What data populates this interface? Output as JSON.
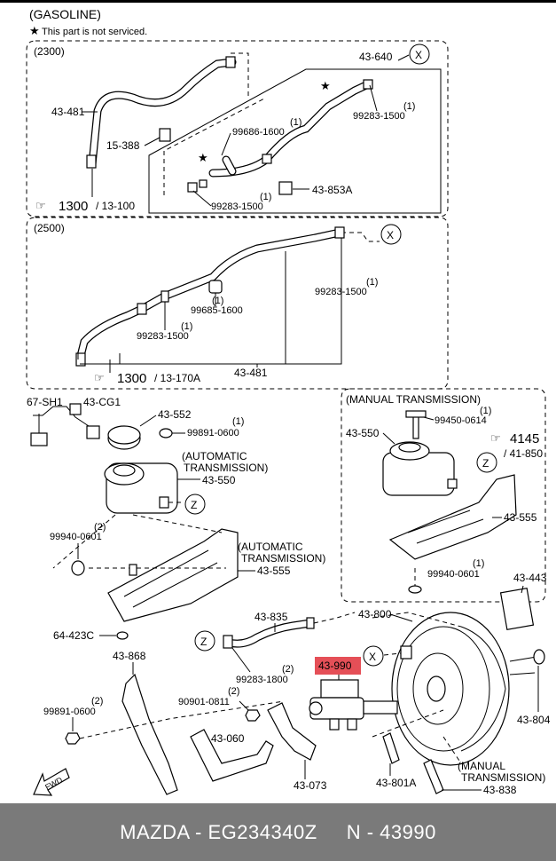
{
  "header": {
    "title": "(GASOLINE)",
    "note": "This part is not serviced."
  },
  "sections": {
    "s2300": "(2300)",
    "s2500": "(2500)",
    "manual": "(MANUAL TRANSMISSION)",
    "auto1_a": "(AUTOMATIC",
    "auto1_b": "TRANSMISSION)",
    "auto2_a": "(AUTOMATIC",
    "auto2_b": "TRANSMISSION)",
    "manual2_a": "(MANUAL",
    "manual2_b": "TRANSMISSION)"
  },
  "callouts": {
    "x": "X",
    "z": "Z",
    "fwd": "FWD"
  },
  "labels": {
    "p43640": "43-640",
    "p43481a": "43-481",
    "p15388": "15-388",
    "p99686": "99686-1600",
    "p99686q": "(1)",
    "p99283a": "99283-1500",
    "p99283aq": "(1)",
    "p99283b": "99283-1500",
    "p99283bq": "(1)",
    "p43853a": "43-853A",
    "ref1300a": "1300",
    "ref13100": "/ 13-100",
    "p99283c": "99283-1500",
    "p99283cq": "(1)",
    "p99685": "99685-1600",
    "p99685q": "(1)",
    "p99283d": "99283-1500",
    "p99283dq": "(1)",
    "ref1300b": "1300",
    "ref13170": "/ 13-170A",
    "p43481b": "43-481",
    "p67sh1": "67-SH1",
    "p43cg1": "43-CG1",
    "p43552": "43-552",
    "p99891a": "99891-0600",
    "p99891aq": "(1)",
    "p43550a": "43-550",
    "p99940a": "99940-0601",
    "p99940aq": "(2)",
    "p43555a": "43-555",
    "p64423c": "64-423C",
    "p43835": "43-835",
    "p99283e": "99283-1800",
    "p99283eq": "(2)",
    "p43868": "43-868",
    "p99891b": "99891-0600",
    "p99891bq": "(2)",
    "p90901": "90901-0811",
    "p90901q": "(2)",
    "p43060": "43-060",
    "p43073": "43-073",
    "p43990": "43-990",
    "p43800": "43-800",
    "p43443": "43-443",
    "p43804": "43-804",
    "p43801a": "43-801A",
    "p43838": "43-838",
    "p99450": "99450-0614",
    "p99450q": "(1)",
    "p43550b": "43-550",
    "ref4145": "4145",
    "ref41850": "/ 41-850",
    "p43555b": "43-555",
    "p99940b": "99940-0601",
    "p99940bq": "(1)"
  },
  "footer": {
    "brand": "MAZDA - EG234340Z",
    "number": "N - 43990"
  }
}
